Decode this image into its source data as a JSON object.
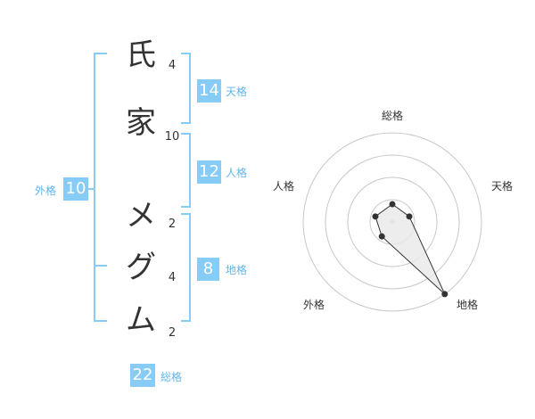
{
  "name_chars": [
    {
      "char": "氏",
      "strokes": "4"
    },
    {
      "char": "家",
      "strokes": "10"
    },
    {
      "char": "メ",
      "strokes": "2"
    },
    {
      "char": "グ",
      "strokes": "4"
    },
    {
      "char": "ム",
      "strokes": "2"
    }
  ],
  "fortunes": {
    "tenkaku": {
      "label": "天格",
      "value": "14"
    },
    "jinkaku": {
      "label": "人格",
      "value": "12"
    },
    "chikaku": {
      "label": "地格",
      "value": "8"
    },
    "gaikaku": {
      "label": "外格",
      "value": "10"
    },
    "soukaku": {
      "label": "総格",
      "value": "22"
    }
  },
  "chart_data": {
    "type": "radar",
    "axes": [
      "総格",
      "天格",
      "地格",
      "外格",
      "人格"
    ],
    "values": [
      1,
      1,
      5,
      1,
      1
    ],
    "max": 5,
    "rings": 4
  },
  "colors": {
    "accent": "#87cbf7",
    "accent_text": "#5fb4ee",
    "ring": "#c8c8c8",
    "polygon_fill": "#e8e8e8",
    "polygon_stroke": "#333333"
  }
}
